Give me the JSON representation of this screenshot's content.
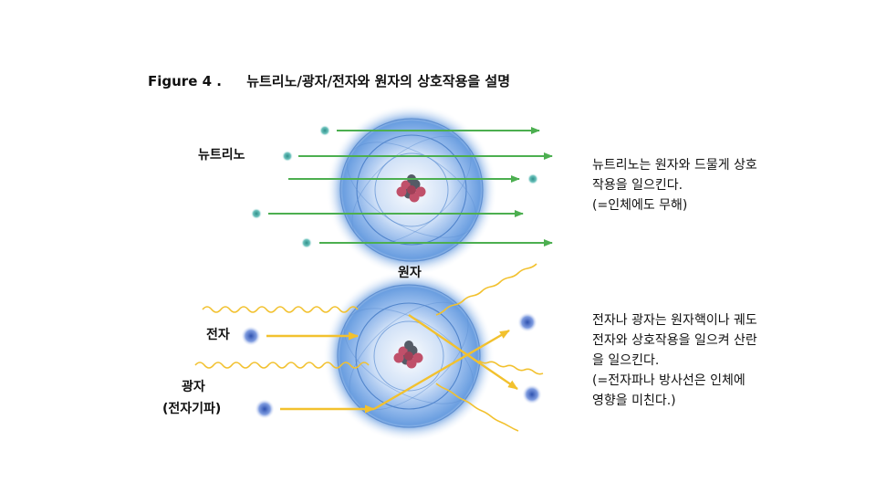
{
  "title": {
    "figure_label": "Figure 4 .",
    "text": "뉴트리노/광자/전자와 원자의 상호작용을 설명"
  },
  "labels": {
    "neutrino": "뉴트리노",
    "atom": "원자",
    "electron": "전자",
    "photon_line1": "광자",
    "photon_line2": "(전자기파)"
  },
  "descriptions": {
    "neutrino": [
      "뉴트리노는 원자와 드물게 상호",
      "작용을 일으킨다.",
      "(=인체에도 무해)"
    ],
    "electron_photon": [
      "전자나 광자는 원자핵이나 궤도",
      "전자와 상호작용을 일으켜 산란",
      "을 일으킨다.",
      "(=전자파나 방사선은 인체에",
      "영향을 미친다.)"
    ]
  },
  "colors": {
    "neutrino_arrow": "#4caf50",
    "electron_photon_arrow": "#f2c12e",
    "atom_glow": "#5b8fd6",
    "nucleus_proton": "#c0506a",
    "nucleus_neutron": "#555b66"
  }
}
